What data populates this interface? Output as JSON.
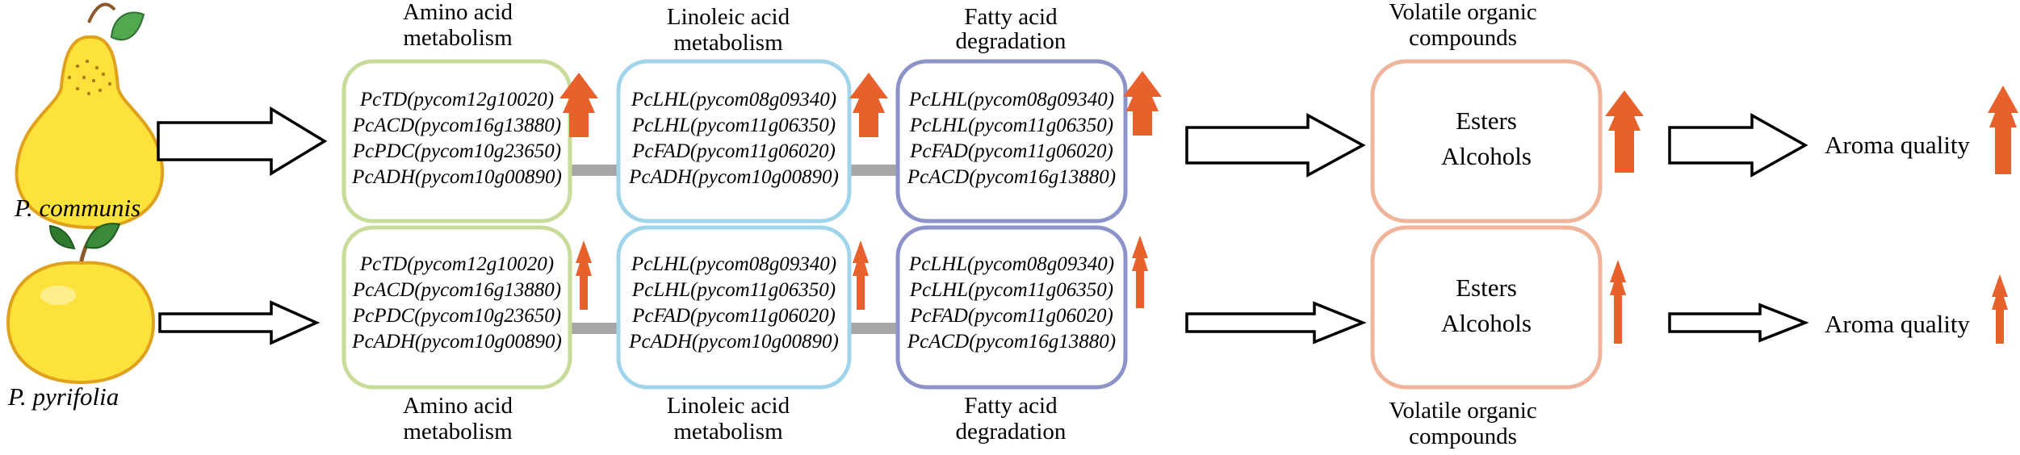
{
  "species": [
    {
      "name": "P. communis"
    },
    {
      "name": "P. pyrifolia"
    }
  ],
  "headers_top": {
    "amino": [
      "Amino acid",
      "metabolism"
    ],
    "linoleic": [
      "Linoleic acid",
      "metabolism"
    ],
    "fatty": [
      "Fatty acid",
      "degradation"
    ],
    "volatile": [
      "Volatile organic",
      "compounds"
    ]
  },
  "headers_bottom": {
    "amino": [
      "Amino acid",
      "metabolism"
    ],
    "linoleic": [
      "Linoleic acid",
      "metabolism"
    ],
    "fatty": [
      "Fatty acid",
      "degradation"
    ],
    "volatile": [
      "Volatile organic",
      "compounds"
    ]
  },
  "genes": {
    "amino": [
      "PcTD(pycom12g10020)",
      "PcACD(pycom16g13880)",
      "PcPDC(pycom10g23650)",
      "PcADH(pycom10g00890)"
    ],
    "linoleic": [
      "PcLHL(pycom08g09340)",
      "PcLHL(pycom11g06350)",
      "PcFAD(pycom11g06020)",
      "PcADH(pycom10g00890)"
    ],
    "fatty": [
      "PcLHL(pycom08g09340)",
      "PcLHL(pycom11g06350)",
      "PcFAD(pycom11g06020)",
      "PcACD(pycom16g13880)"
    ]
  },
  "compounds": [
    "Esters",
    "Alcohols"
  ],
  "outcome": "Aroma quality",
  "colors": {
    "amino_border": "#c8dc9a",
    "linoleic_border": "#9fd4ea",
    "fatty_border": "#8b93c8",
    "volatile_border": "#f0b49a",
    "up_arrow": "#e8612c",
    "connector": "#a6a6a6",
    "pear_fill": "#fde23c",
    "pear_outline": "#e0a21c",
    "leaf": "#3a8a3a",
    "stem": "#8b5a2b"
  },
  "icons": [
    "pear-icon",
    "asian-pear-icon",
    "up-arrow-icon",
    "right-arrow-icon"
  ]
}
